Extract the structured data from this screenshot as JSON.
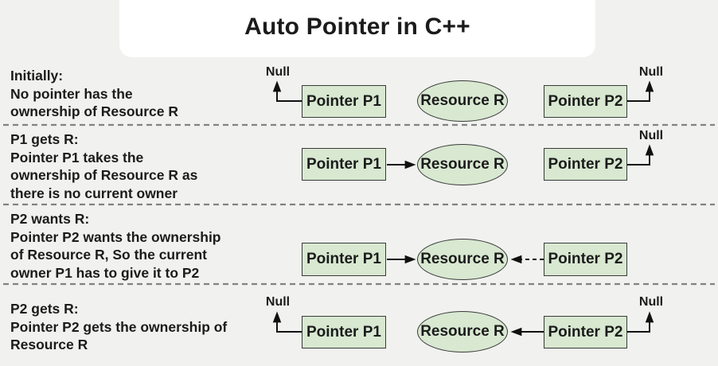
{
  "title": "Auto Pointer in C++",
  "labels": {
    "p1": "Pointer P1",
    "p2": "Pointer P2",
    "resource": "Resource R",
    "null_label": "Null"
  },
  "rows": [
    {
      "heading": "Initially:",
      "lines": [
        "No pointer has the",
        "ownership of Resource R"
      ]
    },
    {
      "heading": "P1 gets R:",
      "lines": [
        "Pointer P1 takes the",
        "ownership of Resource R as",
        "there is no current owner"
      ]
    },
    {
      "heading": "P2 wants R:",
      "lines": [
        "Pointer P2 wants the ownership",
        "of Resource R, So the current",
        "owner P1 has to give it to P2"
      ]
    },
    {
      "heading": "P2 gets R:",
      "lines": [
        "Pointer P2 gets the ownership of",
        "Resource R"
      ]
    }
  ],
  "colors": {
    "background": "#f1f2ef",
    "card": "#ffffff",
    "node_fill": "#d8e8d1",
    "node_border": "#3a3a3a",
    "text": "#1b1b1b",
    "divider": "#828282",
    "arrow": "#111111"
  }
}
